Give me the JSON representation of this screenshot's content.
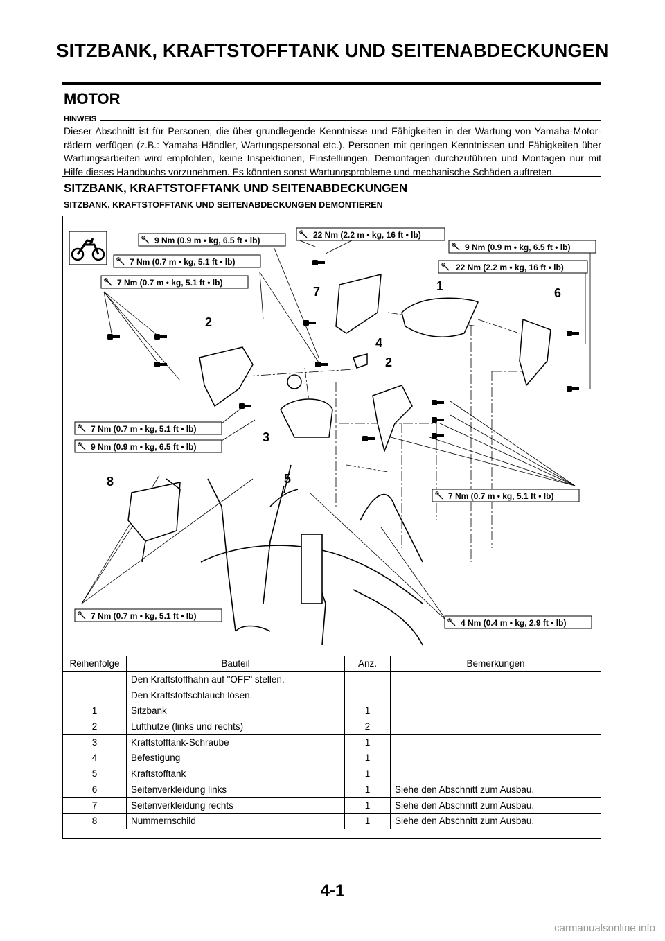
{
  "header": {
    "title": "SITZBANK, KRAFTSTOFFTANK UND SEITENABDECKUNGEN"
  },
  "section": {
    "title": "MOTOR"
  },
  "note": {
    "label": "HINWEIS",
    "text": "Dieser Abschnitt ist für Personen, die über grundlegende Kenntnisse und Fähigkeiten in der Wartung von Yamaha-Motor-rädern verfügen (z.B.: Yamaha-Händler, Wartungspersonal etc.). Personen mit geringen Kenntnissen und Fähigkeiten über Wartungsarbeiten wird empfohlen, keine Inspektionen, Einstellungen, Demontagen durchzuführen und Montagen nur mit Hilfe dieses Handbuchs vorzunehmen. Es könnten sonst Wartungsprobleme und mechanische Schäden auftreten."
  },
  "subsection": {
    "title": "SITZBANK, KRAFTSTOFFTANK UND SEITENABDECKUNGEN",
    "subtitle": "SITZBANK, KRAFTSTOFFTANK UND SEITENABDECKUNGEN DEMONTIEREN"
  },
  "diagram": {
    "icon": "motorcycle-icon",
    "torque_specs": [
      "9 Nm (0.9 m • kg, 6.5 ft • lb)",
      "22 Nm (2.2 m • kg, 16 ft • lb)",
      "7 Nm (0.7 m • kg, 5.1 ft • lb)",
      "9 Nm (0.9 m • kg, 6.5 ft • lb)",
      "22 Nm (2.2 m • kg, 16 ft • lb)",
      "7 Nm (0.7 m • kg, 5.1 ft • lb)",
      "7 Nm (0.7 m • kg, 5.1 ft • lb)",
      "9 Nm (0.9 m • kg, 6.5 ft • lb)",
      "7 Nm (0.7 m • kg, 5.1 ft • lb)",
      "7 Nm (0.7 m • kg, 5.1 ft • lb)",
      "4 Nm (0.4 m • kg, 2.9 ft • lb)"
    ],
    "callouts": [
      "1",
      "2",
      "2",
      "3",
      "4",
      "5",
      "6",
      "7",
      "8"
    ]
  },
  "table": {
    "headers": [
      "Reihenfolge",
      "Bauteil",
      "Anz.",
      "Bemerkungen"
    ],
    "rows": [
      [
        "",
        "Den Kraftstoffhahn auf \"OFF\" stellen.",
        "",
        ""
      ],
      [
        "",
        "Den Kraftstoffschlauch lösen.",
        "",
        ""
      ],
      [
        "1",
        "Sitzbank",
        "1",
        ""
      ],
      [
        "2",
        "Lufthutze (links und rechts)",
        "2",
        ""
      ],
      [
        "3",
        "Kraftstofftank-Schraube",
        "1",
        ""
      ],
      [
        "4",
        "Befestigung",
        "1",
        ""
      ],
      [
        "5",
        "Kraftstofftank",
        "1",
        ""
      ],
      [
        "6",
        "Seitenverkleidung links",
        "1",
        "Siehe den Abschnitt zum Ausbau."
      ],
      [
        "7",
        "Seitenverkleidung rechts",
        "1",
        "Siehe den Abschnitt zum Ausbau."
      ],
      [
        "8",
        "Nummernschild",
        "1",
        "Siehe den Abschnitt zum Ausbau."
      ]
    ]
  },
  "footer": {
    "page_number": "4-1",
    "watermark": "carmanualsonline.info"
  }
}
